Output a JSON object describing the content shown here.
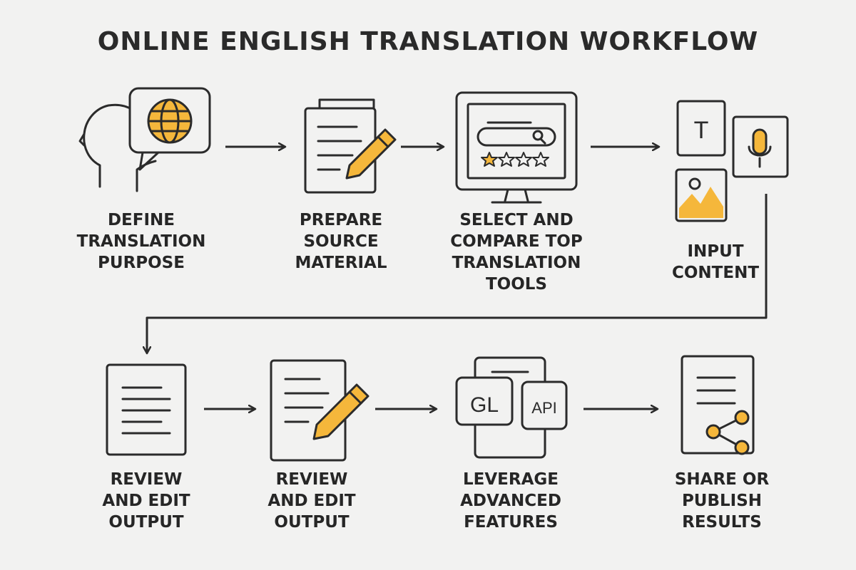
{
  "title": "ONLINE ENGLISH TRANSLATION WORKFLOW",
  "colors": {
    "accent": "#f5b73b",
    "stroke": "#2b2b2b",
    "background": "#f2f2f1"
  },
  "steps": [
    {
      "icon": "head-globe-speech-icon",
      "lines": [
        "DEFINE",
        "TRANSLATION",
        "PURPOSE"
      ]
    },
    {
      "icon": "document-pencil-icon",
      "lines": [
        "PREPARE",
        "SOURCE",
        "MATERIAL"
      ]
    },
    {
      "icon": "monitor-search-stars-icon",
      "lines": [
        "SELECT AND",
        "COMPARE TOP",
        "TRANSLATION",
        "TOOLS"
      ]
    },
    {
      "icon": "text-image-mic-input-icon",
      "lines": [
        "INPUT",
        "CONTENT"
      ]
    },
    {
      "icon": "document-icon",
      "lines": [
        "REVIEW",
        "AND EDIT",
        "OUTPUT"
      ]
    },
    {
      "icon": "document-pencil-icon",
      "lines": [
        "REVIEW",
        "AND EDIT",
        "OUTPUT"
      ]
    },
    {
      "icon": "gl-api-windows-icon",
      "lines": [
        "LEVERAGE",
        "ADVANCED",
        "FEATURES"
      ]
    },
    {
      "icon": "document-share-icon",
      "lines": [
        "SHARE OR",
        "PUBLISH",
        "RESULTS"
      ]
    }
  ],
  "icon_text": {
    "text_tile": "T",
    "gl": "GL",
    "api": "API"
  }
}
